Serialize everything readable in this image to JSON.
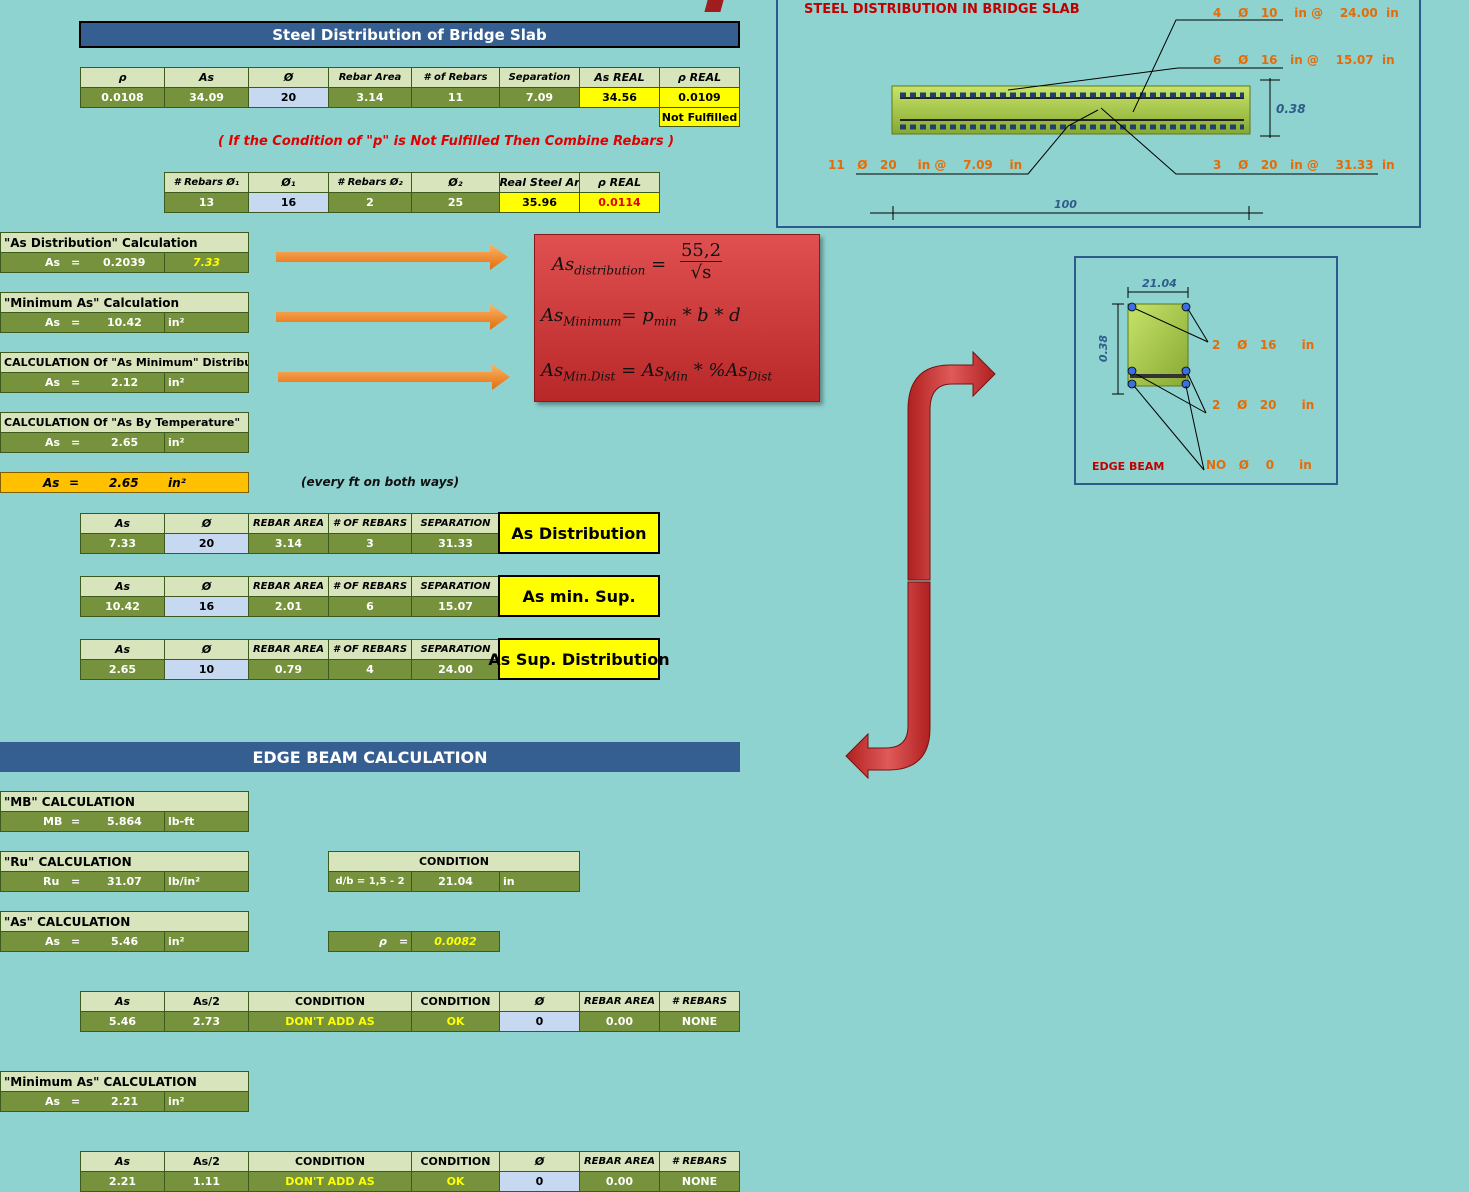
{
  "title": "Steel Distribution of Bridge Slab",
  "table1": {
    "headers": [
      "ρ",
      "As",
      "Ø",
      "Rebar Area",
      "# of Rebars",
      "Separation",
      "As REAL",
      "ρ REAL"
    ],
    "values": [
      "0.0108",
      "34.09",
      "20",
      "3.14",
      "11",
      "7.09",
      "34.56",
      "0.0109"
    ],
    "status": "Not Fulfilled"
  },
  "note": "( If the Condition of \"p\" is Not Fulfilled Then Combine Rebars )",
  "table2": {
    "headers": [
      "# Rebars Ø₁",
      "Ø₁",
      "# Rebars Ø₂",
      "Ø₂",
      "Real Steel Ar",
      "ρ REAL"
    ],
    "values": [
      "13",
      "16",
      "2",
      "25",
      "35.96",
      "0.0114"
    ]
  },
  "calc_blocks": [
    {
      "label": "\"As Distribution\" Calculation",
      "sym": "As",
      "eq": "=",
      "value": "0.2039",
      "extra": "7.33"
    },
    {
      "label": "\"Minimum As\" Calculation",
      "sym": "As",
      "eq": "=",
      "value": "10.42",
      "extra": "in²"
    },
    {
      "label": "CALCULATION Of \"As Minimum\" Distribution",
      "sym": "As",
      "eq": "=",
      "value": "2.12",
      "extra": "in²"
    },
    {
      "label": "CALCULATION Of \"As By Temperature\"",
      "sym": "As",
      "eq": "=",
      "value": "2.65",
      "extra": "in²"
    }
  ],
  "as_final": {
    "sym": "As",
    "eq": "=",
    "value": "2.65",
    "unit": "in²",
    "note": "(every ft on both ways)"
  },
  "dist_tables": [
    {
      "headers": [
        "As",
        "Ø",
        "REBAR AREA",
        "# OF REBARS",
        "SEPARATION"
      ],
      "values": [
        "7.33",
        "20",
        "3.14",
        "3",
        "31.33"
      ],
      "button": "As Distribution"
    },
    {
      "headers": [
        "As",
        "Ø",
        "REBAR AREA",
        "# OF REBARS",
        "SEPARATION"
      ],
      "values": [
        "10.42",
        "16",
        "2.01",
        "6",
        "15.07"
      ],
      "button": "As min. Sup."
    },
    {
      "headers": [
        "As",
        "Ø",
        "REBAR AREA",
        "# OF REBARS",
        "SEPARATION"
      ],
      "values": [
        "2.65",
        "10",
        "0.79",
        "4",
        "24.00"
      ],
      "button": "As Sup. Distribution"
    }
  ],
  "formulas": {
    "f1_lhs": "As",
    "f1_sub": "distribution",
    "f1_num": "55,2",
    "f1_den": "√s",
    "f2": "As",
    "f2_sub": "Minimum",
    "f2_rhs": "= p",
    "f2_rhs_sub": "min",
    "f2_tail": " * b * d",
    "f3": "As",
    "f3_sub": "Min.Dist",
    "f3_mid": " = As",
    "f3_mid_sub": "Min",
    "f3_tail": " * %As",
    "f3_tail_sub": "Dist"
  },
  "edge_title": "EDGE BEAM CALCULATION",
  "edge_blocks": {
    "mb": {
      "label": "\"MB\" CALCULATION",
      "sym": "MB",
      "eq": "=",
      "value": "5.864",
      "unit": "lb-ft"
    },
    "ru": {
      "label": "\"Ru\" CALCULATION",
      "sym": "Ru",
      "eq": "=",
      "value": "31.07",
      "unit": "lb/in²"
    },
    "as": {
      "label": "\"As\" CALCULATION",
      "sym": "As",
      "eq": "=",
      "value": "5.46",
      "unit": "in²"
    },
    "asmin": {
      "label": "\"Minimum As\" CALCULATION",
      "sym": "As",
      "eq": "=",
      "value": "2.21",
      "unit": "in²"
    }
  },
  "condition": {
    "header": "CONDITION",
    "label": "d/b = 1,5 - 2",
    "value": "21.04",
    "unit": "in",
    "rho_sym": "ρ",
    "rho_eq": "=",
    "rho_value": "0.0082"
  },
  "edge_tables": [
    {
      "headers": [
        "As",
        "As/2",
        "CONDITION",
        "CONDITION",
        "Ø",
        "REBAR AREA",
        "# REBARS"
      ],
      "values": [
        "5.46",
        "2.73",
        "DON'T ADD AS",
        "OK",
        "0",
        "0.00",
        "NONE"
      ]
    },
    {
      "headers": [
        "As",
        "As/2",
        "CONDITION",
        "CONDITION",
        "Ø",
        "REBAR AREA",
        "# REBARS"
      ],
      "values": [
        "2.21",
        "1.11",
        "DON'T ADD AS",
        "OK",
        "0",
        "0.00",
        "NONE"
      ]
    }
  ],
  "slab_diagram": {
    "title": "STEEL DISTRIBUTION IN BRIDGE SLAB",
    "top1": [
      "4",
      "Ø",
      "10",
      "in @",
      "24.00",
      "in"
    ],
    "top2": [
      "6",
      "Ø",
      "16",
      "in @",
      "15.07",
      "in"
    ],
    "bot_left": [
      "11",
      "Ø",
      "20",
      "in @",
      "7.09",
      "in"
    ],
    "bot_right": [
      "3",
      "Ø",
      "20",
      "in @",
      "31.33",
      "in"
    ],
    "thickness": "0.38",
    "width": "100"
  },
  "beam_diagram": {
    "width": "21.04",
    "height": "0.38",
    "r1": [
      "2",
      "Ø",
      "16",
      "in"
    ],
    "r2": [
      "2",
      "Ø",
      "20",
      "in"
    ],
    "r3": [
      "NO",
      "Ø",
      "0",
      "in"
    ],
    "label": "EDGE BEAM"
  },
  "colors": {
    "background": "#8fd3d0",
    "header_blue": "#365f91",
    "green": "#76923c",
    "light_green": "#d7e4bc",
    "yellow": "#ffff00",
    "orange": "#e36c09",
    "red": "#c00000"
  }
}
